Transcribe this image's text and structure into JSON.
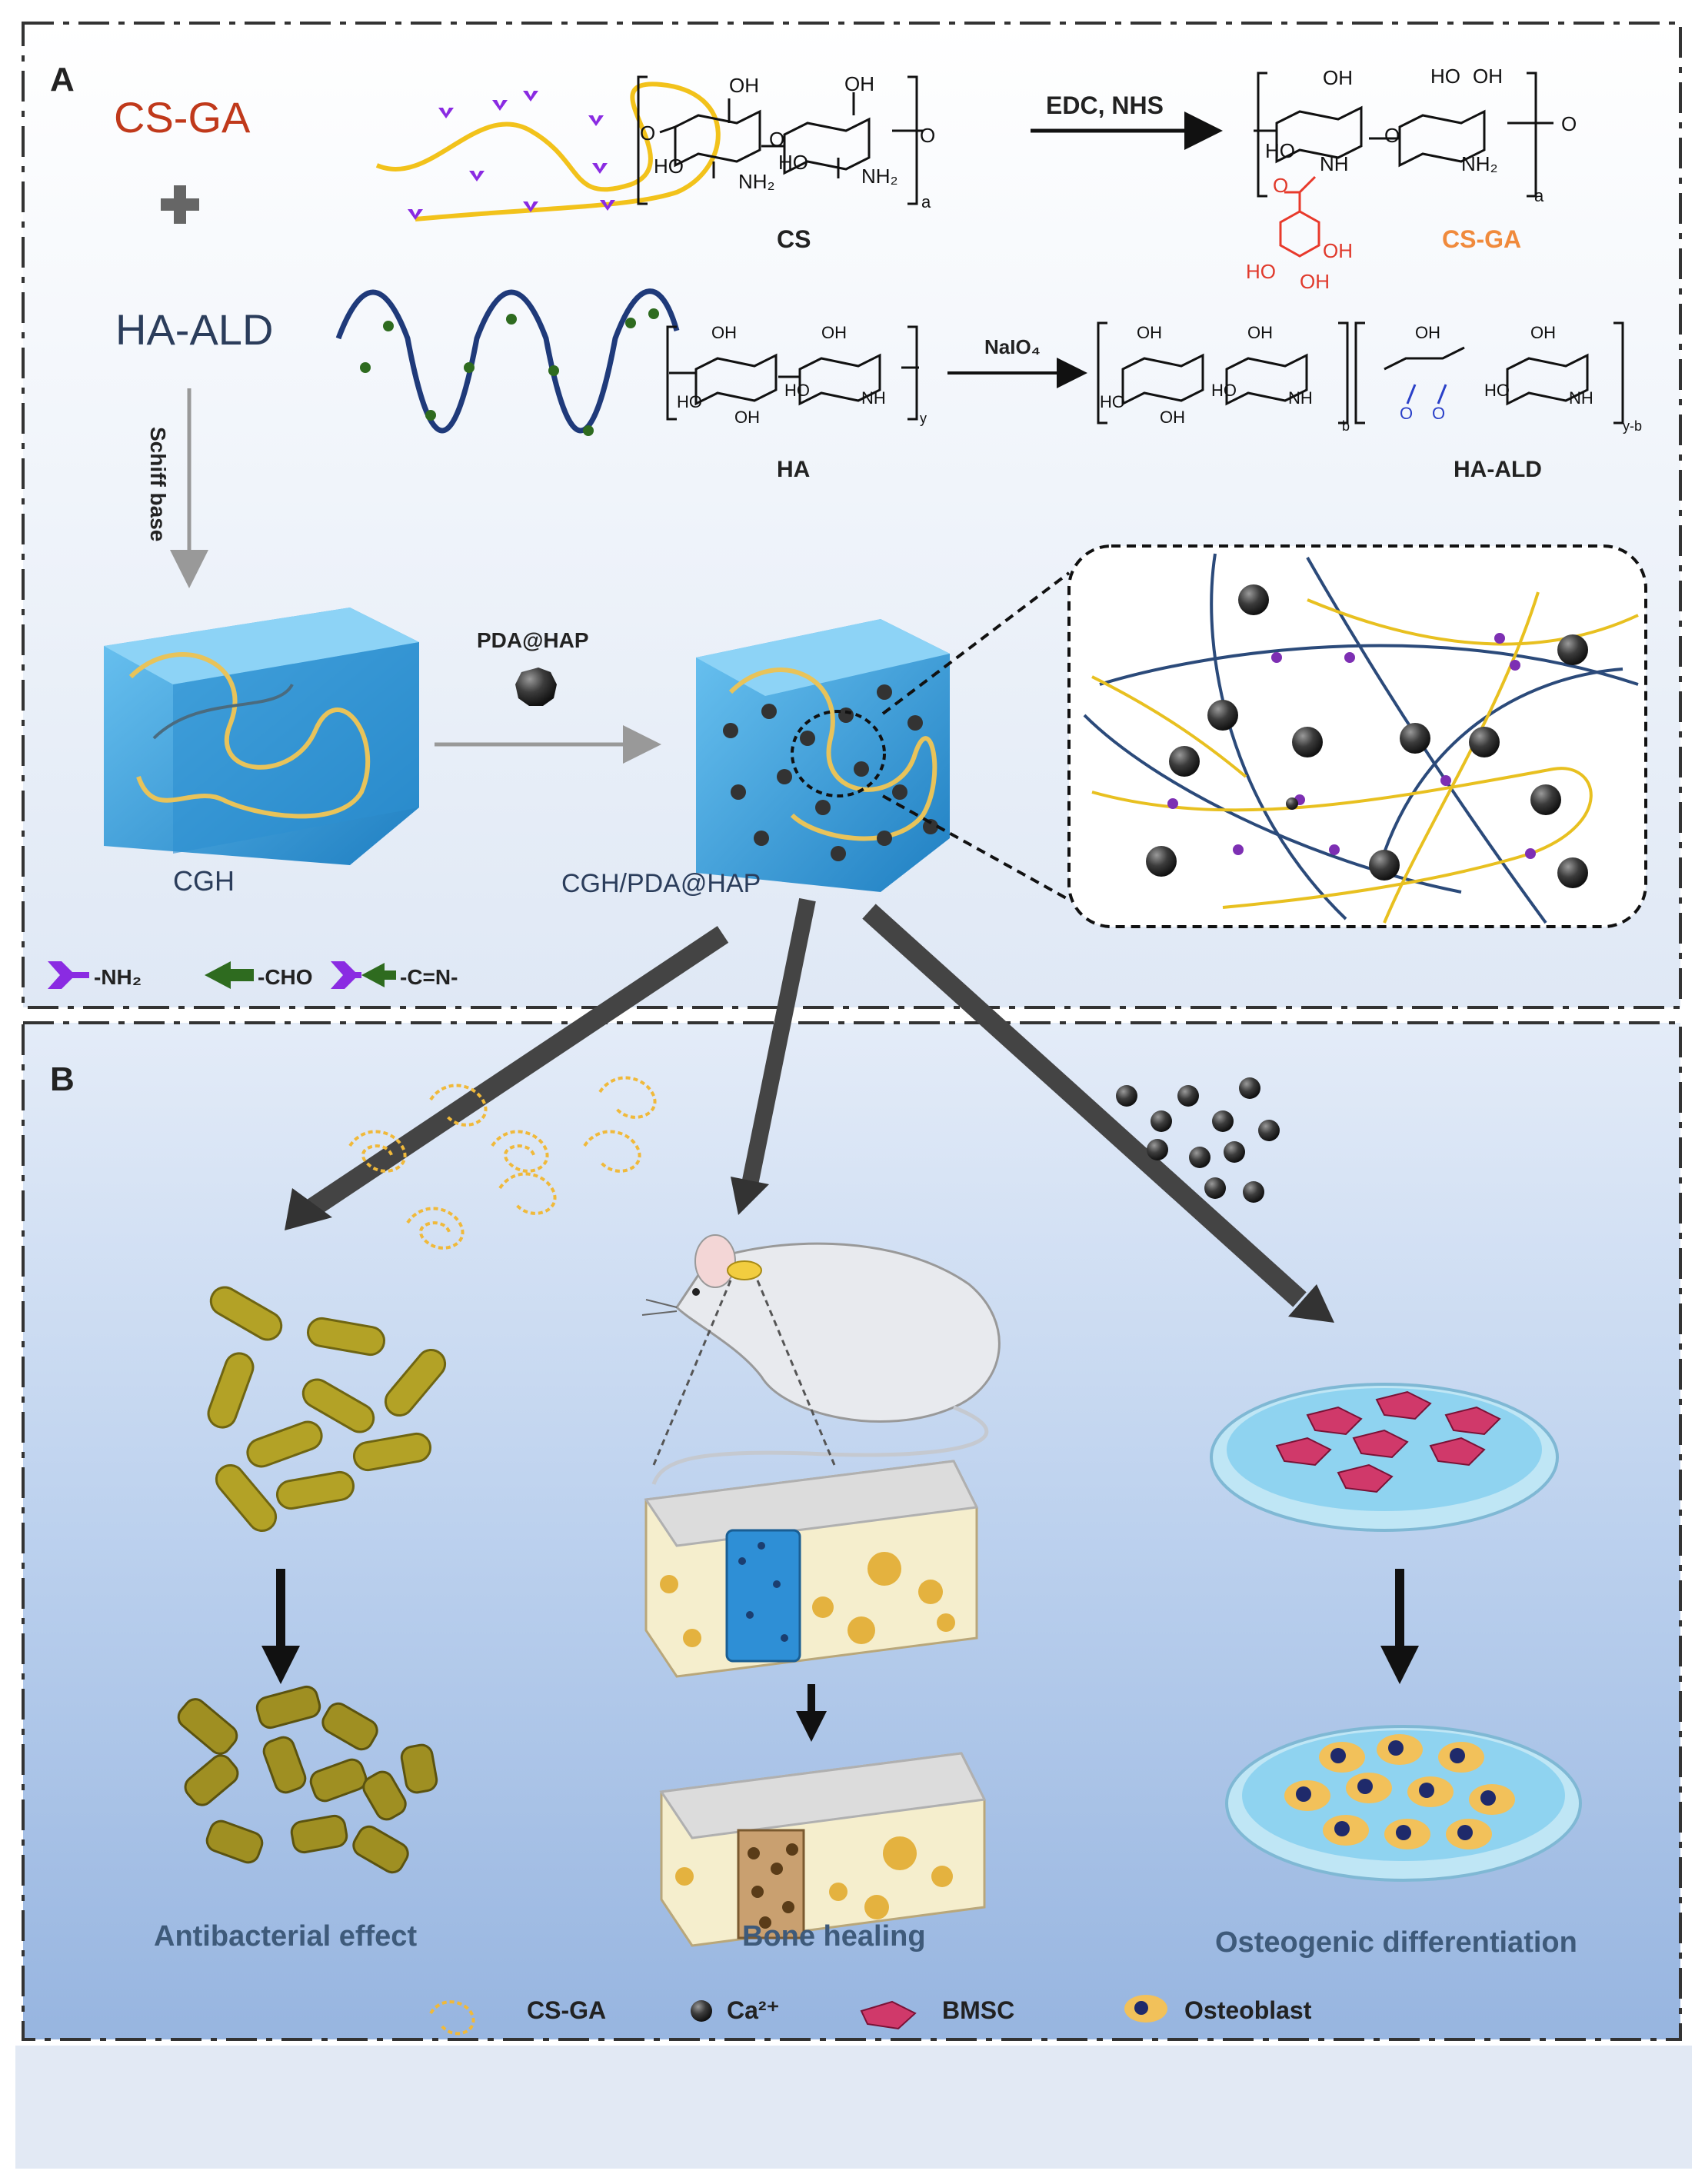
{
  "panel_a": {
    "label": "A",
    "reagent_1": "CS-GA",
    "plus": "+",
    "reagent_2": "HA-ALD",
    "arrow_label": "Schiff base",
    "cs_name": "CS",
    "cs_ga_name": "CS-GA",
    "edc_label": "EDC, NHS",
    "ha_name": "HA",
    "ha_ald_name": "HA-ALD",
    "naio4_label": "NaIO₄",
    "pda_label": "PDA@HAP",
    "cgh_label": "CGH",
    "cgh_pda_label": "CGH/PDA@HAP",
    "legend": [
      {
        "symbol": "purple-y-shape",
        "label": "-NH₂"
      },
      {
        "symbol": "green-arrow",
        "label": "-CHO"
      },
      {
        "symbol": "purple-green-linkage",
        "label": "-C=N-"
      }
    ]
  },
  "panel_b": {
    "label": "B",
    "outcome_1": "Antibacterial effect",
    "outcome_2": "Bone healing",
    "outcome_3": "Osteogenic differentiation",
    "legend": [
      {
        "symbol": "cs-ga-chain",
        "label": "CS-GA"
      },
      {
        "symbol": "ca-sphere",
        "label": "Ca²⁺"
      },
      {
        "symbol": "bmsc-cell",
        "label": "BMSC"
      },
      {
        "symbol": "osteoblast-cell",
        "label": "Osteoblast"
      }
    ]
  },
  "chem": {
    "OH": "OH",
    "HO": "HO",
    "NH2": "NH₂",
    "NH": "NH",
    "O": "O",
    "sub_a": "a",
    "sub_y": "y",
    "sub_b": "b",
    "sub_yb": "y-b"
  },
  "colors": {
    "cs_chain": "#f2c21b",
    "ha_chain": "#1f3a7a",
    "nh2": "#8a2be2",
    "cho": "#2e6b1f",
    "hydrogel": "#3aa3e0",
    "ga_red": "#e8392b",
    "background_b": "#a9c4e8"
  }
}
